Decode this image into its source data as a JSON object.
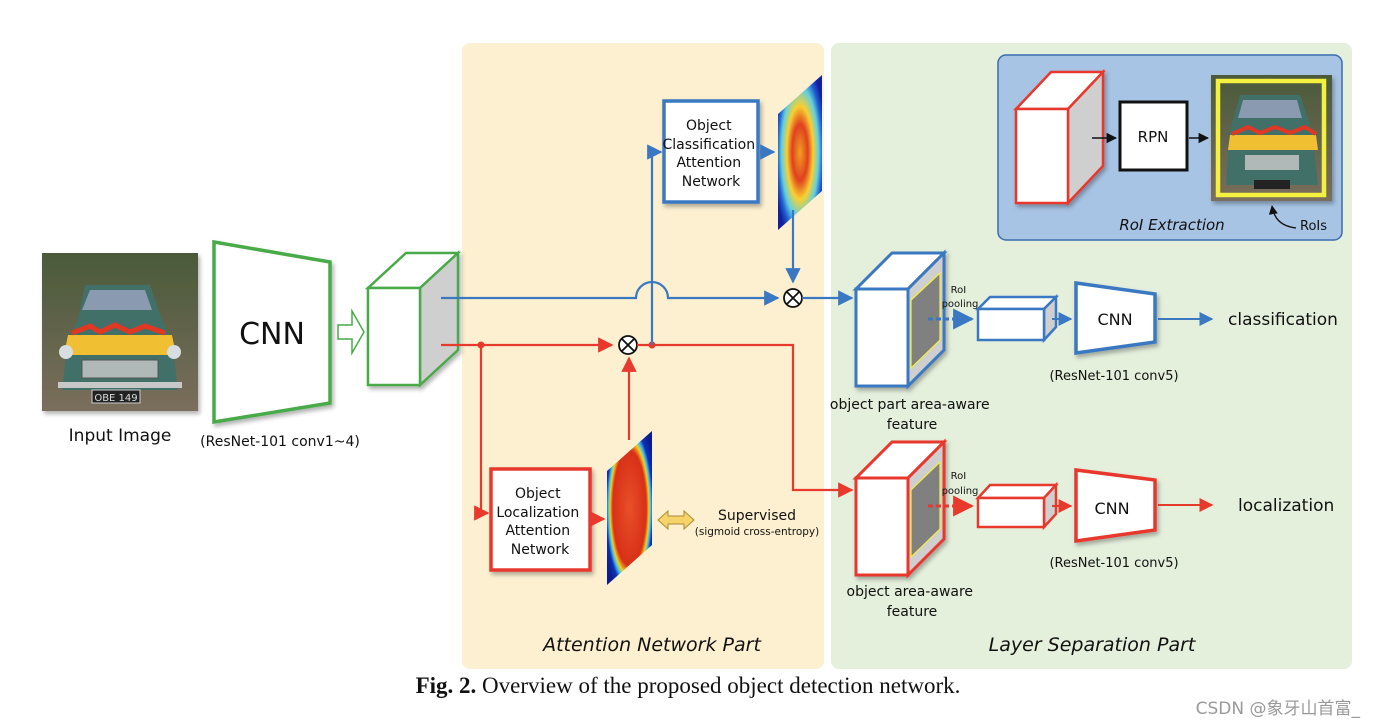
{
  "figure": {
    "caption_label": "Fig. 2.",
    "caption_text": "Overview of the proposed object detection network.",
    "watermark": "CSDN @象牙山首富_"
  },
  "colors": {
    "attention_panel": "#fcf0d0",
    "separation_panel": "#e4efdc",
    "roi_panel": "#a8c4e4",
    "classification_stream": "#3a78c2",
    "localization_stream": "#e8392d",
    "backbone": "#4aaa4a",
    "roi_box": "#f4f040"
  },
  "input": {
    "label": "Input Image",
    "plate_text": "OBE 149"
  },
  "backbone": {
    "cnn_label": "CNN",
    "cnn_caption": "(ResNet-101 conv1~4)"
  },
  "attention_part": {
    "title": "Attention Network Part",
    "classification_net": [
      "Object",
      "Classification",
      "Attention",
      "Network"
    ],
    "localization_net": [
      "Object",
      "Localization",
      "Attention",
      "Network"
    ],
    "supervised_label": "Supervised",
    "supervised_sub": "(sigmoid cross-entropy)",
    "multiply_symbol": "⊗"
  },
  "separation_part": {
    "title": "Layer Separation Part",
    "roi_extraction": {
      "title": "RoI Extraction",
      "rpn_label": "RPN",
      "rois_label": "RoIs"
    },
    "classification_branch": {
      "feature_label": [
        "object part area-aware",
        "feature"
      ],
      "pooling_label": [
        "RoI",
        "pooling"
      ],
      "cnn_label": "CNN",
      "cnn_caption": "(ResNet-101 conv5)",
      "output": "classification"
    },
    "localization_branch": {
      "feature_label": [
        "object area-aware",
        "feature"
      ],
      "pooling_label": [
        "RoI",
        "pooling"
      ],
      "cnn_label": "CNN",
      "cnn_caption": "(ResNet-101 conv5)",
      "output": "localization"
    }
  }
}
